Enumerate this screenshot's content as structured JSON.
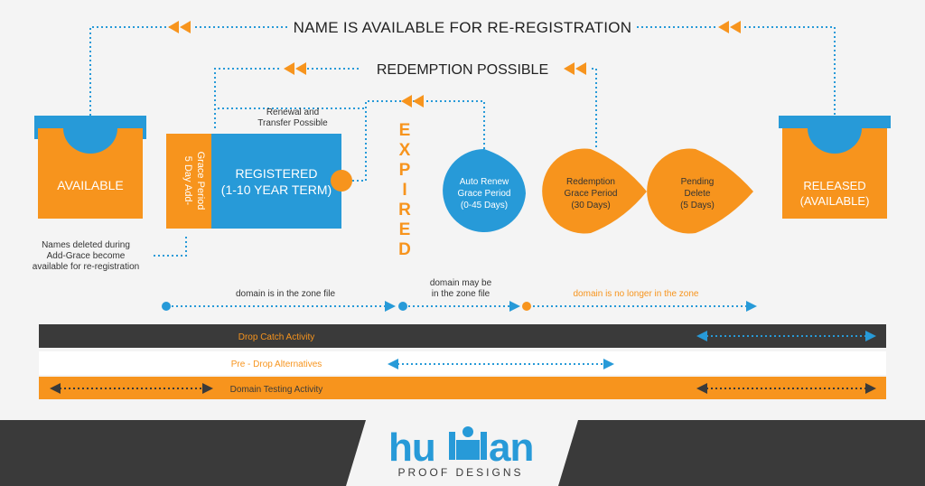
{
  "colors": {
    "blue": "#279ad8",
    "orange": "#f7941d",
    "dark": "#3a3a3a",
    "text": "#333333",
    "background": "#f4f4f4"
  },
  "top_loop": {
    "reregistration_label": "NAME IS AVAILABLE FOR RE-REGISTRATION",
    "redemption_label": "REDEMPTION POSSIBLE"
  },
  "stages": {
    "available": "AVAILABLE",
    "add_grace_line1": "5 Day Add-",
    "add_grace_line2": "Grace Period",
    "registered_line1": "REGISTERED",
    "registered_line2": "(1-10 YEAR TERM)",
    "renewal_line1": "Renewal and",
    "renewal_line2": "Transfer Possible",
    "expired_letters": [
      "E",
      "X",
      "P",
      "I",
      "R",
      "E",
      "D"
    ],
    "auto_renew_line1": "Auto Renew",
    "auto_renew_line2": "Grace Period",
    "auto_renew_line3": "(0-45 Days)",
    "redemption_line1": "Redemption",
    "redemption_line2": "Grace Period",
    "redemption_line3": "(30 Days)",
    "pending_line1": "Pending",
    "pending_line2": "Delete",
    "pending_line3": "(5 Days)",
    "released_line1": "RELEASED",
    "released_line2": "(AVAILABLE)"
  },
  "notes": {
    "deleted_line1": "Names deleted during",
    "deleted_line2": "Add-Grace become",
    "deleted_line3": "available for re-registration"
  },
  "zone": {
    "in_zone": "domain is in the zone file",
    "maybe_line1": "domain may be",
    "maybe_line2": "in the zone file",
    "not_in_zone": "domain is no longer in the zone"
  },
  "activities": {
    "drop_catch": "Drop Catch Activity",
    "pre_drop": "Pre - Drop Alternatives",
    "testing": "Domain Testing Activity"
  },
  "brand": {
    "logo_hu": "hu",
    "logo_an": "an",
    "tagline": "PROOF DESIGNS"
  }
}
